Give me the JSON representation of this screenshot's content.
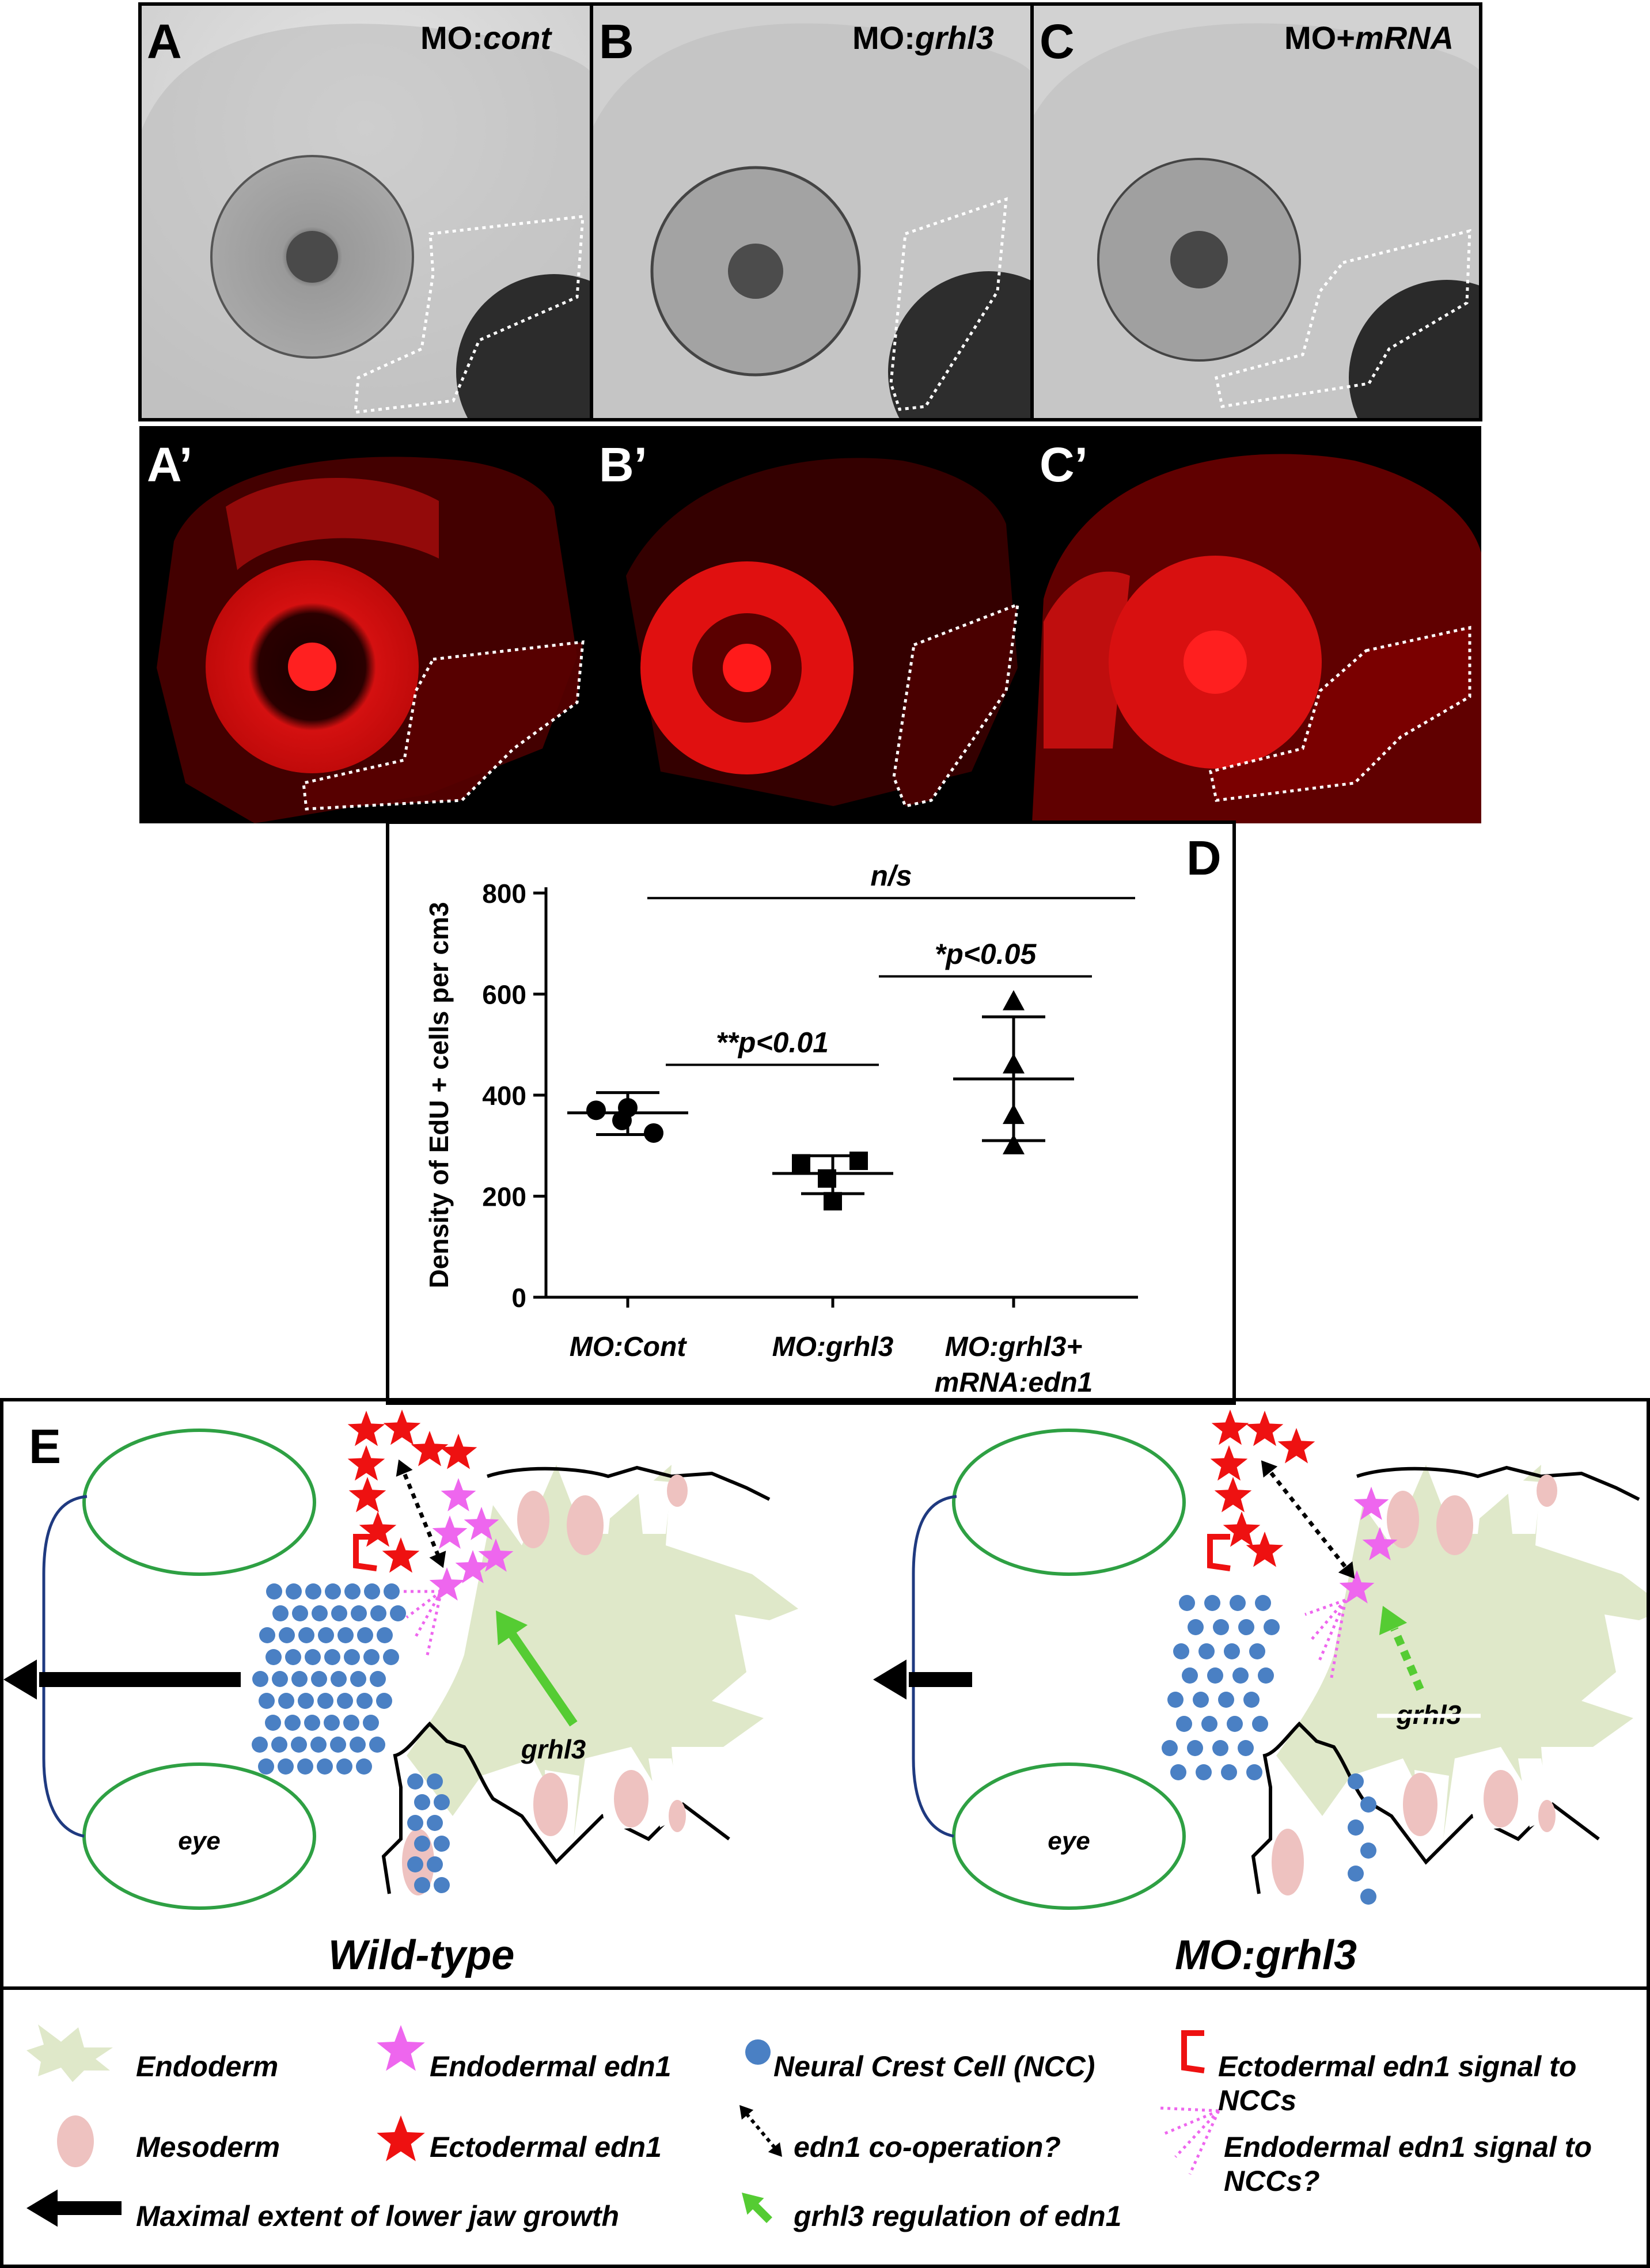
{
  "panels_top": [
    {
      "letter": "A",
      "condition_prefix": "MO:",
      "condition_italic": "cont"
    },
    {
      "letter": "B",
      "condition_prefix": "MO:",
      "condition_italic": "grhl3"
    },
    {
      "letter": "C",
      "condition_prefix": "MO+",
      "condition_italic": "mRNA"
    }
  ],
  "panels_fluor": [
    {
      "letter": "A’"
    },
    {
      "letter": "B’"
    },
    {
      "letter": "C’"
    }
  ],
  "chart_panel_letter": "D",
  "chart_data": {
    "type": "scatter",
    "ylabel": "Density of EdU + cells per cm3",
    "ylim": [
      0,
      800
    ],
    "yticks": [
      0,
      200,
      400,
      600,
      800
    ],
    "categories": [
      "MO:Cont",
      "MO:grhl3",
      "MO:grhl3+\nmRNA:edn1"
    ],
    "category_lines": [
      [
        "MO:Cont"
      ],
      [
        "MO:grhl3"
      ],
      [
        "MO:grhl3+",
        "mRNA:edn1"
      ]
    ],
    "series": [
      {
        "marker": "circle",
        "category": 0,
        "values": [
          370,
          350,
          325,
          375
        ],
        "mean": 365,
        "sd_low": 322,
        "sd_high": 405
      },
      {
        "marker": "square",
        "category": 1,
        "values": [
          265,
          235,
          270,
          190
        ],
        "mean": 245,
        "sd_low": 205,
        "sd_high": 280
      },
      {
        "marker": "triangle",
        "category": 2,
        "values": [
          585,
          460,
          360,
          300
        ],
        "mean": 432,
        "sd_low": 310,
        "sd_high": 555
      }
    ],
    "significance": [
      {
        "label": "n/s",
        "from": 0,
        "to": 2,
        "y": 790
      },
      {
        "label": "*p<0.05",
        "from": 1,
        "to": 2,
        "y": 635
      },
      {
        "label": "**p<0.01",
        "from": 0,
        "to": 1,
        "y": 460
      }
    ]
  },
  "schematic": {
    "panel_letter": "E",
    "left_title": "Wild-type",
    "right_title": "MO:grhl3",
    "eye_label": "eye",
    "grhl3_label": "grhl3",
    "colors": {
      "endoderm": "#dfe8c9",
      "mesoderm": "#eec2c0",
      "ncc": "#4a80c4",
      "endodermal_edn1": "#ee66ee",
      "ectodermal_edn1": "#ee1111",
      "eye_outline": "#2ea043",
      "green_arrow": "#55cc33"
    }
  },
  "legend": {
    "items": [
      {
        "key": "endoderm",
        "label": "Endoderm"
      },
      {
        "key": "endo_edn1",
        "label": "Endodermal edn1"
      },
      {
        "key": "ncc",
        "label": "Neural Crest Cell (NCC)"
      },
      {
        "key": "ecto_signal",
        "label_lines": [
          "Ectodermal edn1 signal to",
          "NCCs"
        ]
      },
      {
        "key": "mesoderm",
        "label": "Mesoderm"
      },
      {
        "key": "ecto_edn1",
        "label": "Ectodermal edn1"
      },
      {
        "key": "cooperation",
        "label": "edn1 co-operation?"
      },
      {
        "key": "endo_signal",
        "label_lines": [
          "Endodermal edn1 signal to",
          "NCCs?"
        ]
      },
      {
        "key": "jaw",
        "label": "Maximal extent of lower jaw growth"
      },
      {
        "key": "grhl3_reg",
        "label": "grhl3 regulation of edn1"
      }
    ]
  }
}
